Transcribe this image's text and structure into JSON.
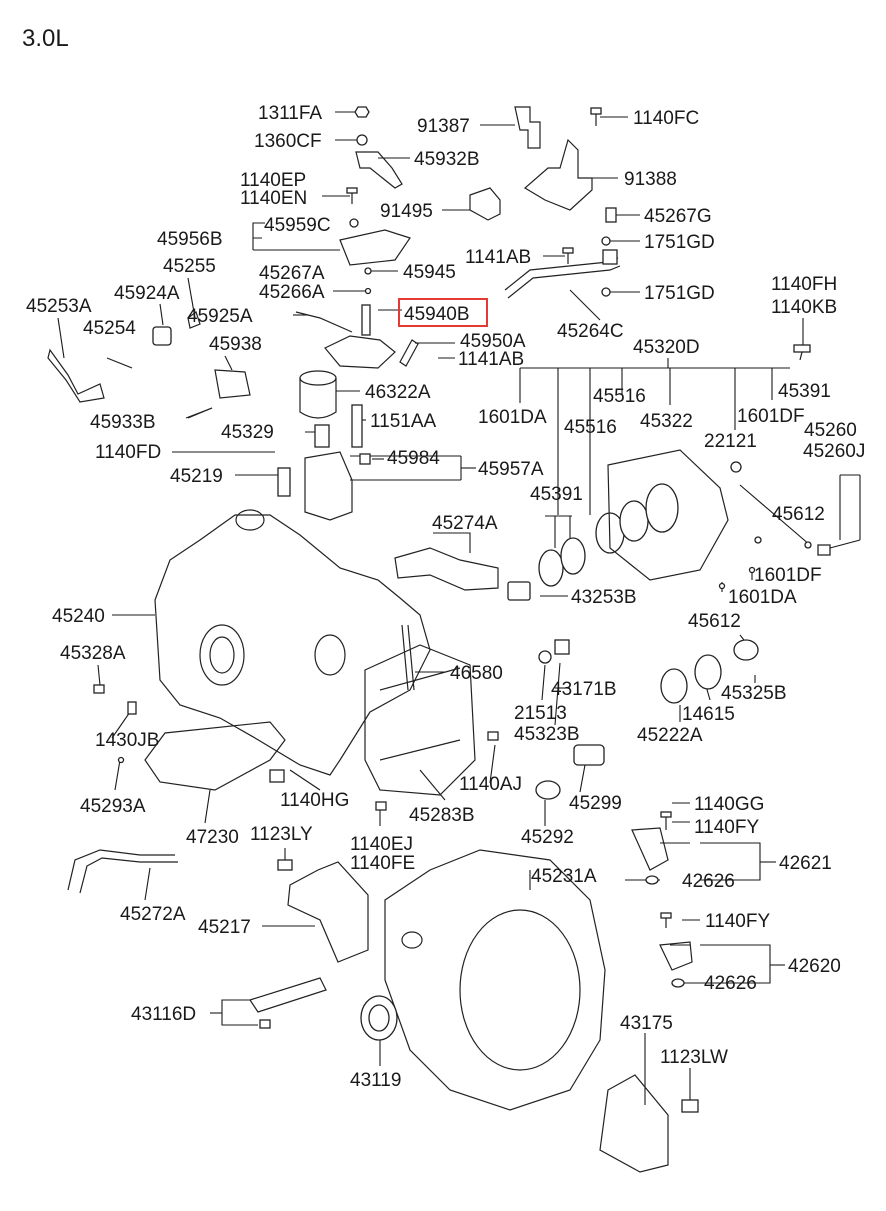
{
  "engine_label": "3.0L",
  "highlight_color": "#e53935",
  "highlighted_part": "45940B",
  "parts": {
    "p1311FA": "1311FA",
    "p1360CF": "1360CF",
    "p91387": "91387",
    "p1140FC": "1140FC",
    "p45932B": "45932B",
    "p91388": "91388",
    "p1140EP": "1140EP",
    "p1140EN": "1140EN",
    "p91495": "91495",
    "p45267G": "45267G",
    "p45959C": "45959C",
    "p45956B": "45956B",
    "p1751GD_a": "1751GD",
    "p1141AB_a": "1141AB",
    "p45255": "45255",
    "p45267A": "45267A",
    "p45945": "45945",
    "p1751GD_b": "1751GD",
    "p1140FH": "1140FH",
    "p1140KB": "1140KB",
    "p45924A": "45924A",
    "p45266A": "45266A",
    "p45253A": "45253A",
    "p45940B": "45940B",
    "p45264C": "45264C",
    "p45254": "45254",
    "p45925A": "45925A",
    "p45950A": "45950A",
    "p45938": "45938",
    "p45320D": "45320D",
    "p1141AB_b": "1141AB",
    "p46322A": "46322A",
    "p45516_a": "45516",
    "p45391_a": "45391",
    "p1601DA_a": "1601DA",
    "p1601DF_a": "1601DF",
    "p45516_b": "45516",
    "p45322": "45322",
    "p45933B": "45933B",
    "p1151AA": "1151AA",
    "p45260": "45260",
    "p22121": "22121",
    "p45329": "45329",
    "p45260J": "45260J",
    "p1140FD": "1140FD",
    "p45984": "45984",
    "p45957A": "45957A",
    "p45219": "45219",
    "p45391_b": "45391",
    "p45612_a": "45612",
    "p45274A": "45274A",
    "p45240": "45240",
    "p1601DF_b": "1601DF",
    "p43253B": "43253B",
    "p1601DA_b": "1601DA",
    "p45612_b": "45612",
    "p45328A": "45328A",
    "p46580": "46580",
    "p43171B": "43171B",
    "p45325B": "45325B",
    "p14615": "14615",
    "p21513": "21513",
    "p1430JB": "1430JB",
    "p45323B": "45323B",
    "p45222A": "45222A",
    "p1140AJ": "1140AJ",
    "p45299": "45299",
    "p45293A": "45293A",
    "p1140HG": "1140HG",
    "p45283B": "45283B",
    "p1140GG": "1140GG",
    "p1140FY_a": "1140FY",
    "p1123LY": "1123LY",
    "p45292": "45292",
    "p47230": "47230",
    "p1140EJ": "1140EJ",
    "p42621": "42621",
    "p1140FE": "1140FE",
    "p45231A": "45231A",
    "p42626_a": "42626",
    "p45272A": "45272A",
    "p45217": "45217",
    "p1140FY_b": "1140FY",
    "p42620": "42620",
    "p42626_b": "42626",
    "p43116D": "43116D",
    "p43175": "43175",
    "p1123LW": "1123LW",
    "p43119": "43119"
  }
}
